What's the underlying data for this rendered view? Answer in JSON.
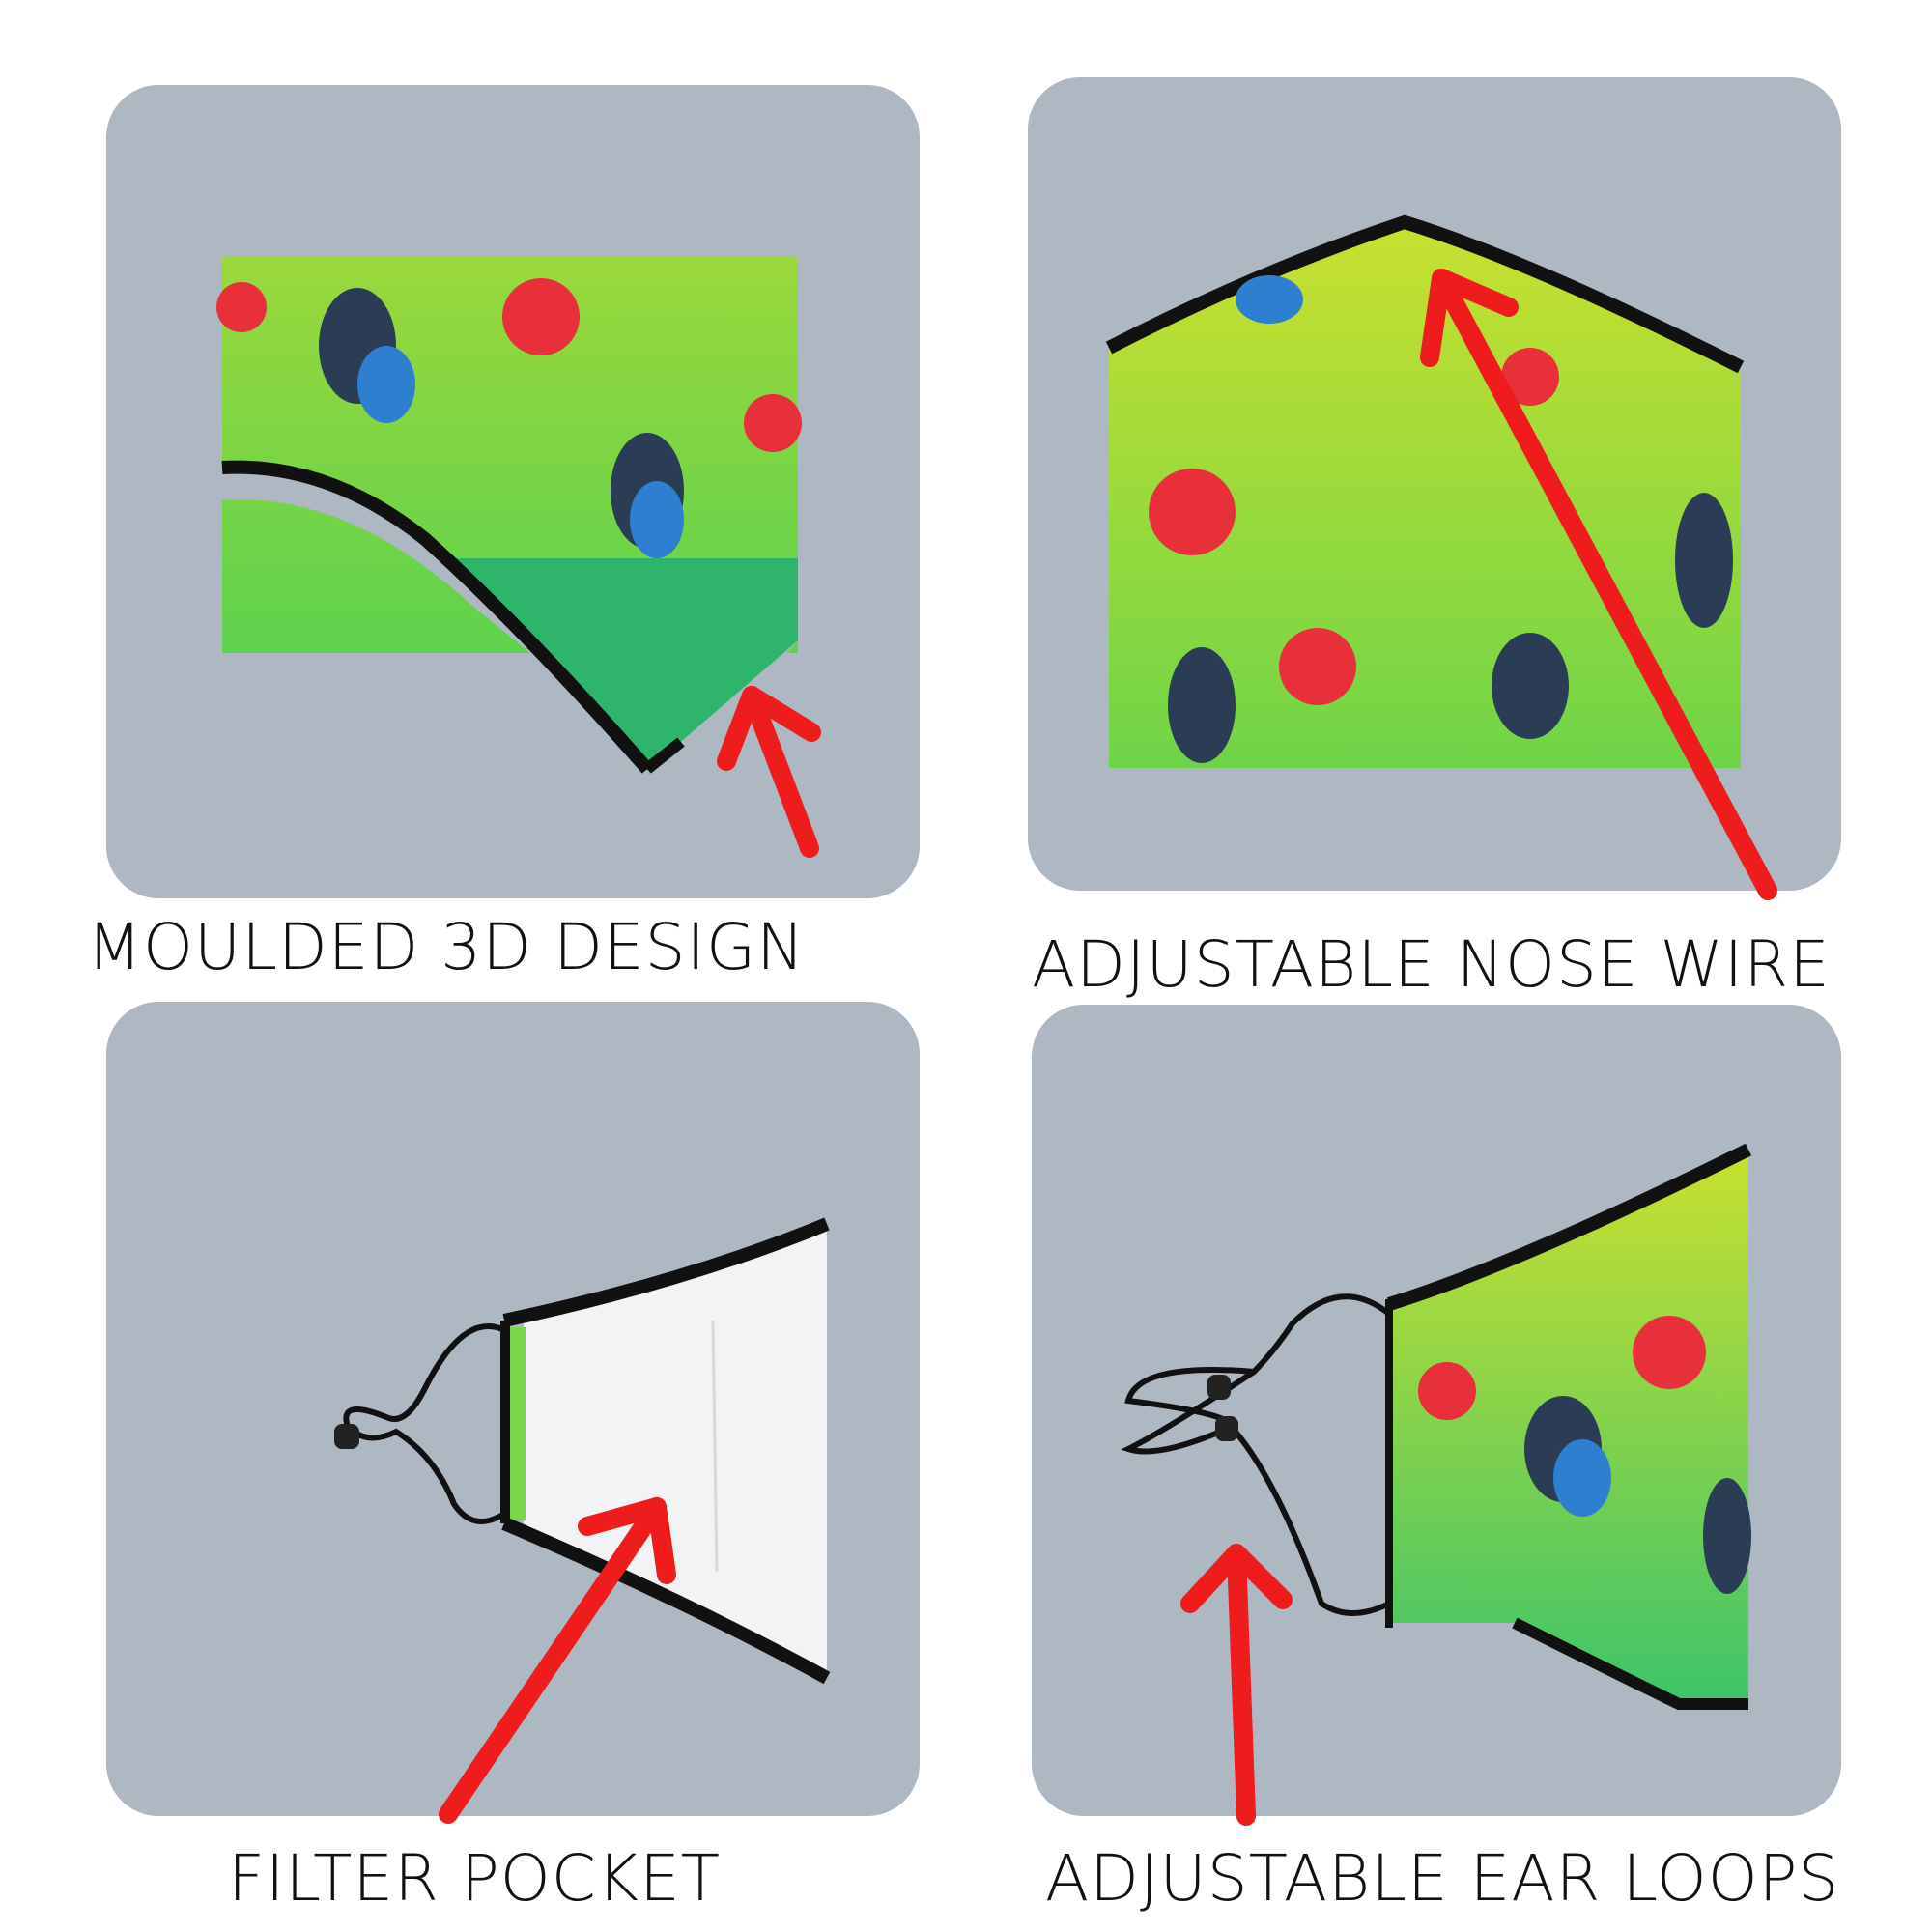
{
  "features": [
    {
      "id": "moulded",
      "label": "MOULDED 3D DESIGN"
    },
    {
      "id": "nose-wire",
      "label": "ADJUSTABLE NOSE WIRE"
    },
    {
      "id": "filter-pocket",
      "label": "FILTER POCKET"
    },
    {
      "id": "ear-loops",
      "label": "ADJUSTABLE EAR LOOPS"
    }
  ],
  "colors": {
    "panel_bg": "#aeb8c3",
    "arrow": "#ee1c1c",
    "fabric_lime": "#b9e23a",
    "fabric_green": "#7cd64a",
    "gusset_green": "#2fb56b",
    "binding": "#111111",
    "filter_white": "#f2f3f4"
  }
}
